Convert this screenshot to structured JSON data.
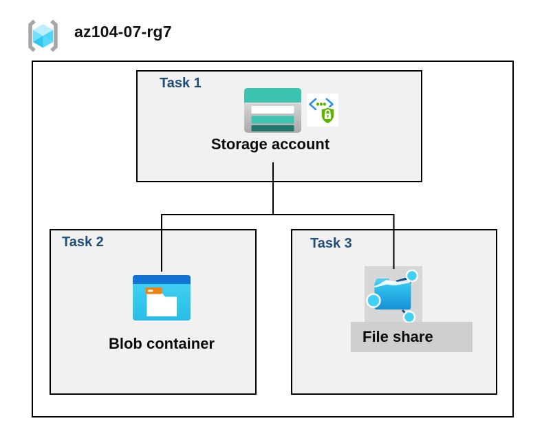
{
  "resource_group": {
    "name": "az104-07-rg7",
    "icon": "resource-group-icon"
  },
  "tasks": [
    {
      "label": "Task 1",
      "resource": "Storage account",
      "icons": [
        "storage-account-icon",
        "sas-security-icon"
      ]
    },
    {
      "label": "Task 2",
      "resource": "Blob container",
      "icons": [
        "blob-container-icon"
      ]
    },
    {
      "label": "Task 3",
      "resource": "File share",
      "icons": [
        "file-share-icon"
      ]
    }
  ],
  "connections": [
    {
      "from": "Storage account",
      "to": "Blob container"
    },
    {
      "from": "Storage account",
      "to": "File share"
    }
  ],
  "colors": {
    "task_label": "#1f4e79",
    "box_fill": "#f1f1f1",
    "border": "#000000",
    "storage_teal": "#3cc4b0",
    "storage_teal_dark": "#20786d",
    "blob_bar_blue": "#1273d5",
    "blob_body_cyan": "#35c9ee",
    "fileshare_blue": "#1f9fdc",
    "fileshare_navy": "#0b4e90",
    "node_cyan": "#3fd0f6",
    "sas_green": "#5cb300",
    "sas_blue": "#2e8def",
    "bracket_gray": "#a6a6a6",
    "fs_icon_bg_gray": "#d7d7d7",
    "fs_label_bg_gray": "#cfcfcf"
  }
}
